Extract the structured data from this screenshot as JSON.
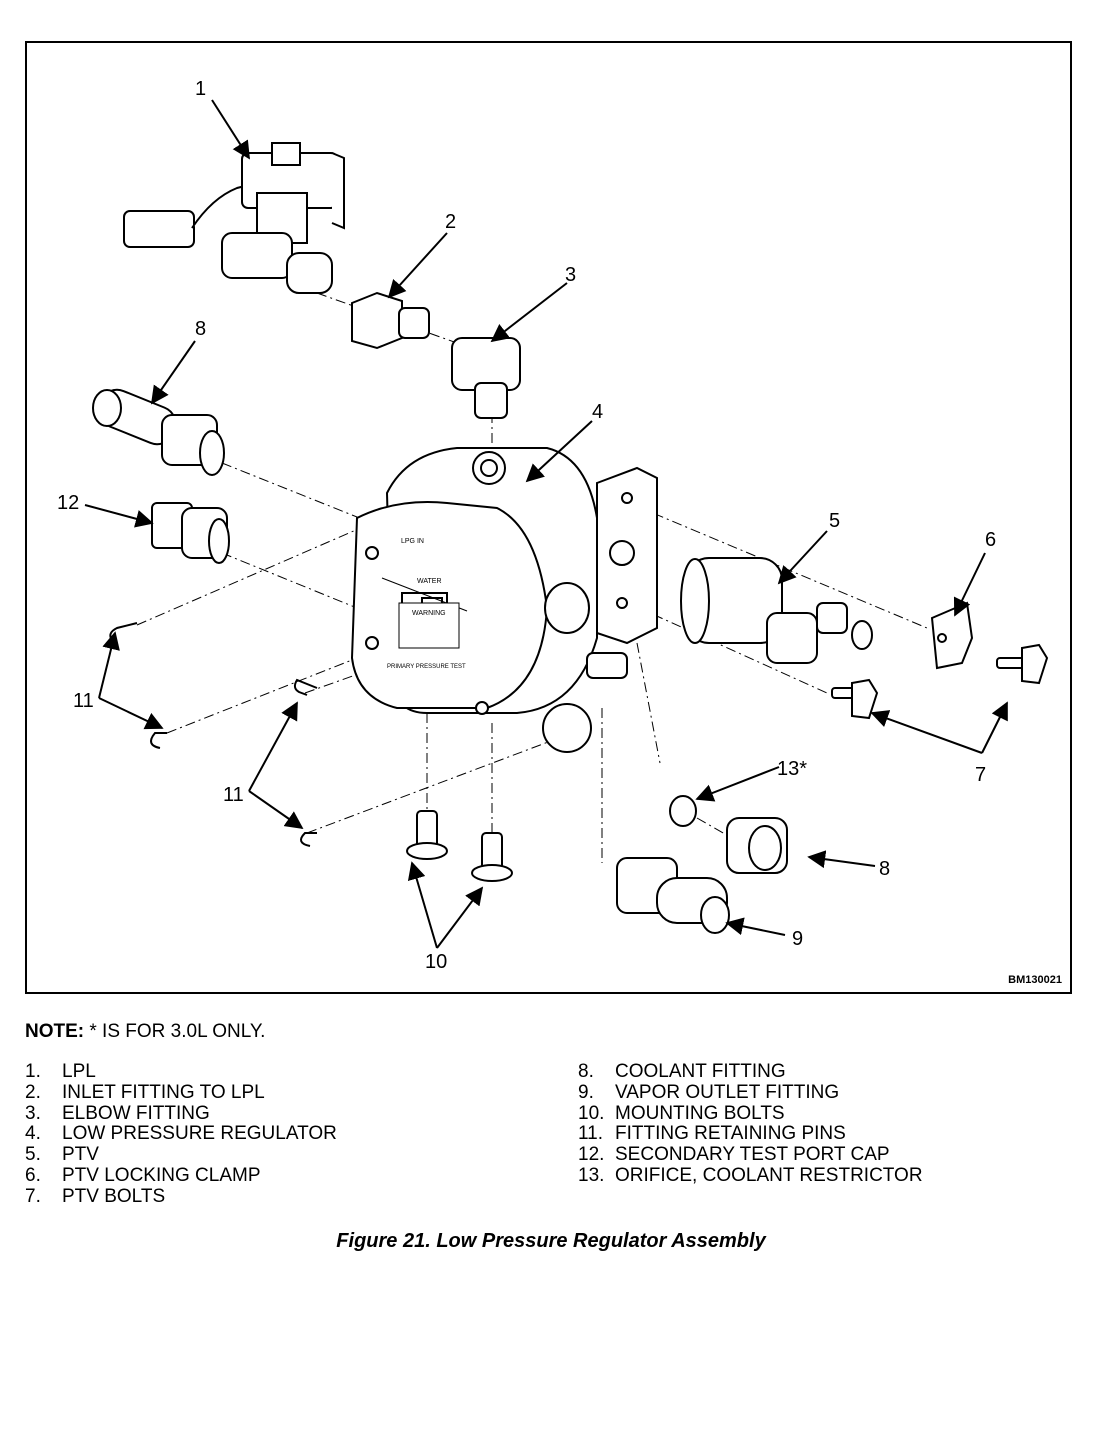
{
  "figure": {
    "image_code": "BM130021",
    "callouts": [
      "1",
      "2",
      "3",
      "4",
      "5",
      "6",
      "7",
      "8",
      "8",
      "9",
      "10",
      "11",
      "11",
      "12",
      "13*"
    ],
    "note_label": "NOTE:",
    "note_text": " * IS FOR 3.0L ONLY.",
    "legend_left": [
      {
        "num": "1.",
        "label": "LPL"
      },
      {
        "num": "2.",
        "label": "INLET FITTING TO LPL"
      },
      {
        "num": "3.",
        "label": "ELBOW FITTING"
      },
      {
        "num": "4.",
        "label": "LOW PRESSURE REGULATOR"
      },
      {
        "num": "5.",
        "label": "PTV"
      },
      {
        "num": "6.",
        "label": "PTV LOCKING CLAMP"
      },
      {
        "num": "7.",
        "label": "PTV BOLTS"
      }
    ],
    "legend_right": [
      {
        "num": "8.",
        "label": "COOLANT FITTING"
      },
      {
        "num": "9.",
        "label": "VAPOR OUTLET FITTING"
      },
      {
        "num": "10.",
        "label": "MOUNTING BOLTS"
      },
      {
        "num": "11.",
        "label": "FITTING RETAINING PINS"
      },
      {
        "num": "12.",
        "label": "SECONDARY TEST PORT CAP"
      },
      {
        "num": "13.",
        "label": "ORIFICE, COOLANT RESTRICTOR"
      }
    ],
    "regulator_labels": {
      "lpg_in": "LPG IN",
      "water": "WATER",
      "warning": "WARNING",
      "primary_test": "PRIMARY PRESSURE TEST"
    },
    "caption": "Figure 21.  Low Pressure Regulator Assembly"
  }
}
